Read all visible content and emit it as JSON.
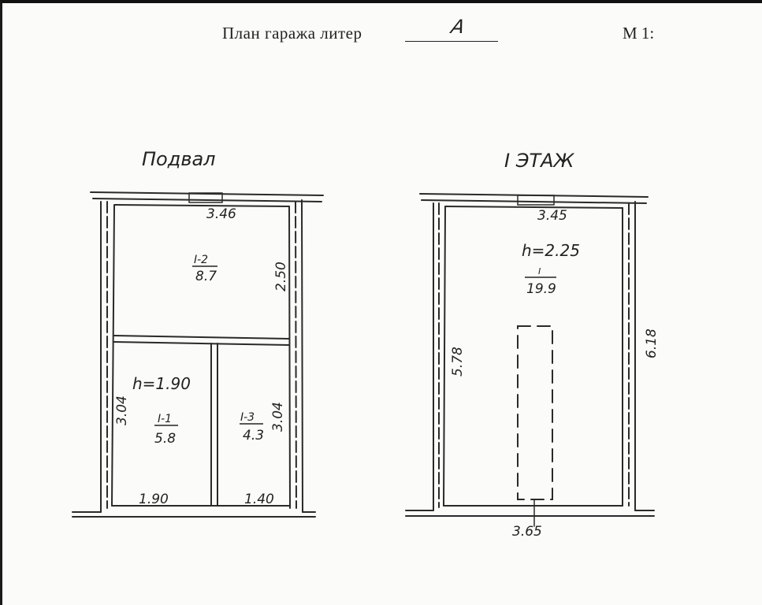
{
  "header": {
    "title": "План гаража литер",
    "liter": "А",
    "scale": "М 1:"
  },
  "basement": {
    "title": "Подвал",
    "top_width": "3.46",
    "room_2": {
      "number": "I-2",
      "area": "8.7"
    },
    "right_upper": "2.50",
    "height": "h=1.90",
    "left_lower": "3.04",
    "room_1": {
      "number": "I-1",
      "area": "5.8"
    },
    "room_3": {
      "number": "I-3",
      "area": "4.3"
    },
    "right_lower": "3.04",
    "bottom_left": "1.90",
    "bottom_right": "1.40"
  },
  "floor1": {
    "title": "I ЭТАЖ",
    "top_width": "3.45",
    "height": "h=2.25",
    "room": {
      "number": "I",
      "area": "19.9"
    },
    "left_length": "5.78",
    "right_length": "6.18",
    "bottom_width": "3.65"
  }
}
